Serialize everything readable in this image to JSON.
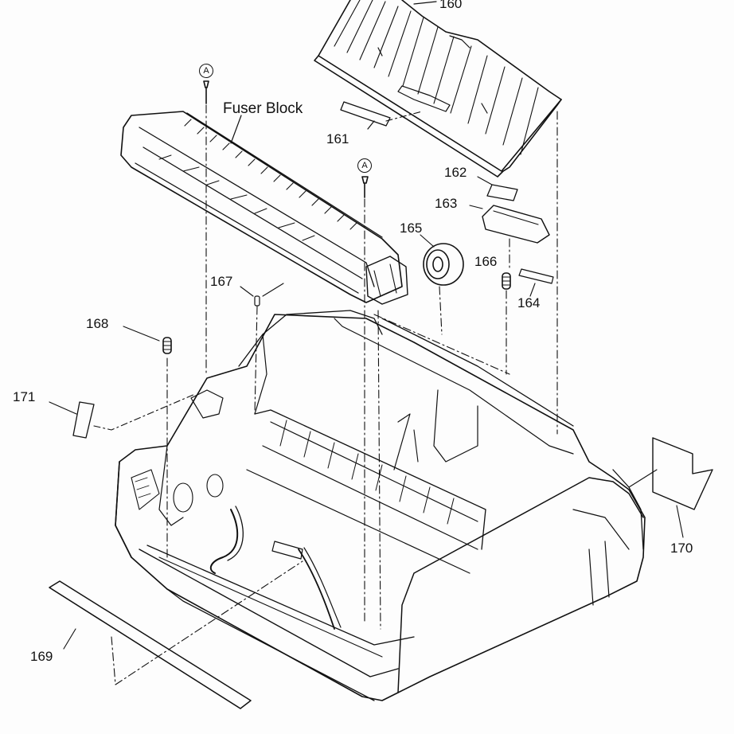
{
  "colors": {
    "ink": "#111111",
    "paper": "#fdfdfd",
    "shade": "#cfcfcf"
  },
  "labels": {
    "fuser_block": "Fuser Block",
    "p160": "160",
    "p161": "161",
    "p162": "162",
    "p163": "163",
    "p164": "164",
    "p165": "165",
    "p166": "166",
    "p167": "167",
    "p168": "168",
    "p169": "169",
    "p170": "170",
    "p171": "171"
  },
  "markers": {
    "screw_a": "A"
  }
}
